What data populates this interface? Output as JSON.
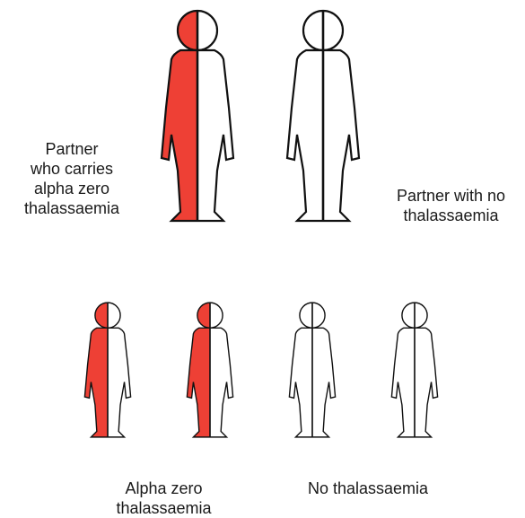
{
  "colors": {
    "carrier_fill": "#ee4035",
    "outline": "#111111",
    "background": "#ffffff"
  },
  "parents": {
    "carrier": {
      "status": "carrier",
      "label_lines": [
        "Partner",
        "who carries",
        "alpha zero",
        "thalassaemia"
      ]
    },
    "non_carrier": {
      "status": "non-carrier",
      "label_lines": [
        "Partner with no",
        "thalassaemia"
      ]
    }
  },
  "children": {
    "figures": [
      {
        "status": "carrier"
      },
      {
        "status": "carrier"
      },
      {
        "status": "non-carrier"
      },
      {
        "status": "non-carrier"
      }
    ],
    "groups": [
      {
        "label_lines": [
          "Alpha zero",
          "thalassaemia"
        ]
      },
      {
        "label_lines": [
          "No thalassaemia"
        ]
      }
    ]
  }
}
